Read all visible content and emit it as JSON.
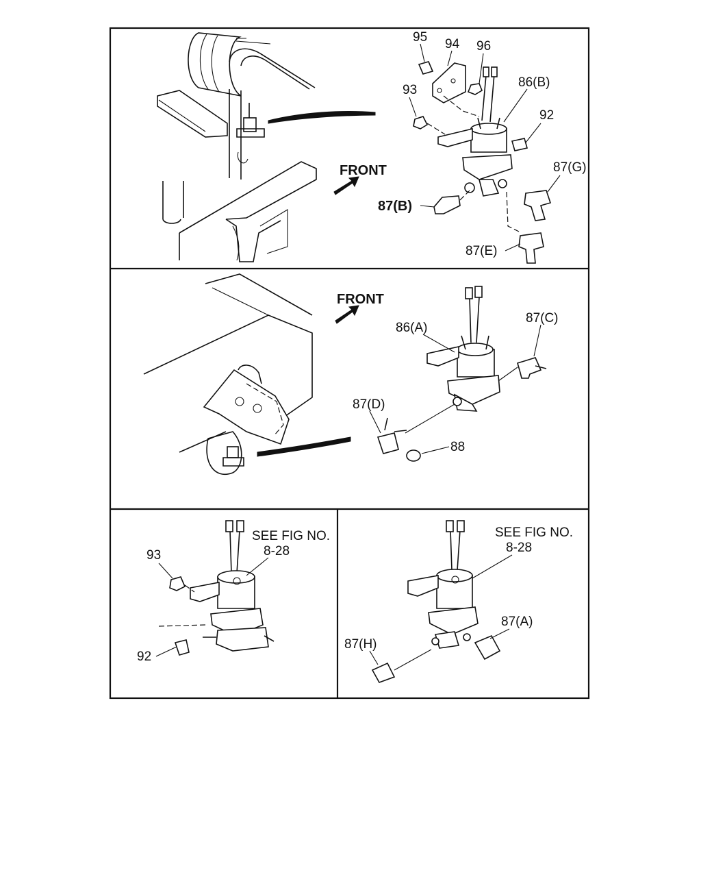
{
  "panels": {
    "top": {
      "front_label": "FRONT",
      "callouts": {
        "p95": "95",
        "p94": "94",
        "p96": "96",
        "p93": "93",
        "p86b": "86(B)",
        "p92": "92",
        "p87g": "87(G)",
        "p87b": "87(B)",
        "p87e": "87(E)"
      }
    },
    "middle": {
      "front_label": "FRONT",
      "callouts": {
        "p86a": "86(A)",
        "p87c": "87(C)",
        "p87d": "87(D)",
        "p88": "88"
      }
    },
    "bottom_left": {
      "see_fig_line1": "SEE FIG NO.",
      "see_fig_line2": "8-28",
      "callouts": {
        "p93": "93",
        "p92": "92"
      }
    },
    "bottom_right": {
      "see_fig_line1": "SEE FIG NO.",
      "see_fig_line2": "8-28",
      "callouts": {
        "p87a": "87(A)",
        "p87h": "87(H)"
      }
    }
  }
}
